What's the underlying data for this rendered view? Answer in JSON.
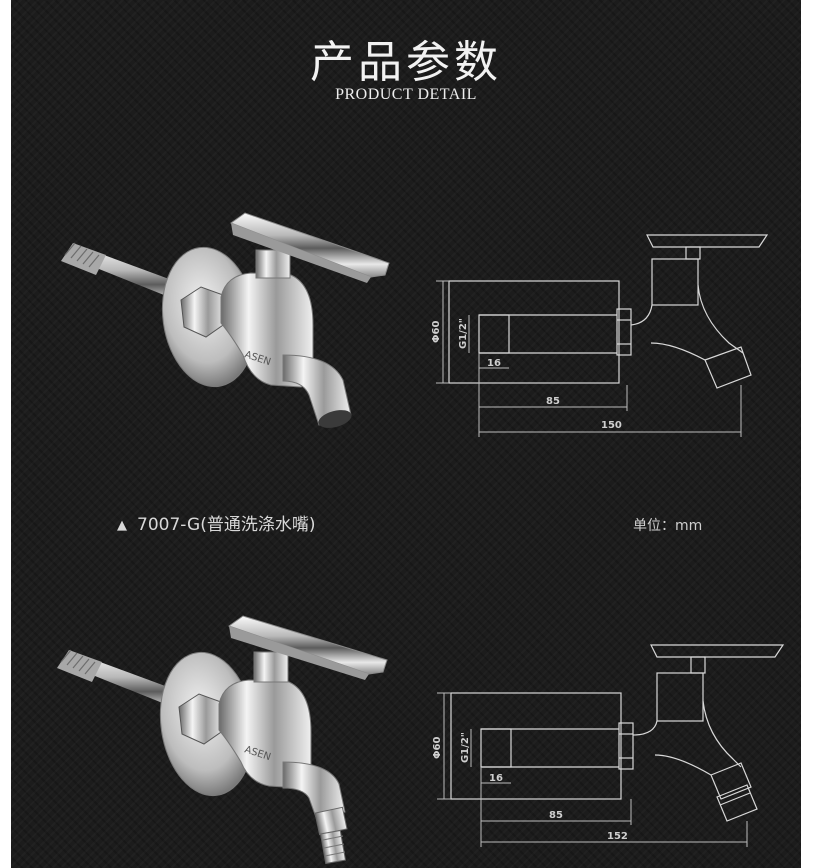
{
  "header": {
    "title": "产品参数",
    "subtitle": "PRODUCT DETAIL"
  },
  "products": [
    {
      "brand_mark": "ASEN",
      "caption_marker": "▲",
      "caption": "7007-G(普通洗涤水嘴)",
      "unit": "单位：mm",
      "dimensions": {
        "diameter": "Φ60",
        "thread": "G1/2\"",
        "thread_length": "16",
        "body_length": "85",
        "total_length": "150"
      }
    },
    {
      "brand_mark": "ASEN",
      "dimensions": {
        "diameter": "Φ60",
        "thread": "G1/2\"",
        "thread_length": "16",
        "body_length": "85",
        "total_length": "152"
      }
    }
  ],
  "colors": {
    "background": "#1c1c1c",
    "text": "#f2f2f2",
    "drawing_line": "#d8d8d8"
  }
}
